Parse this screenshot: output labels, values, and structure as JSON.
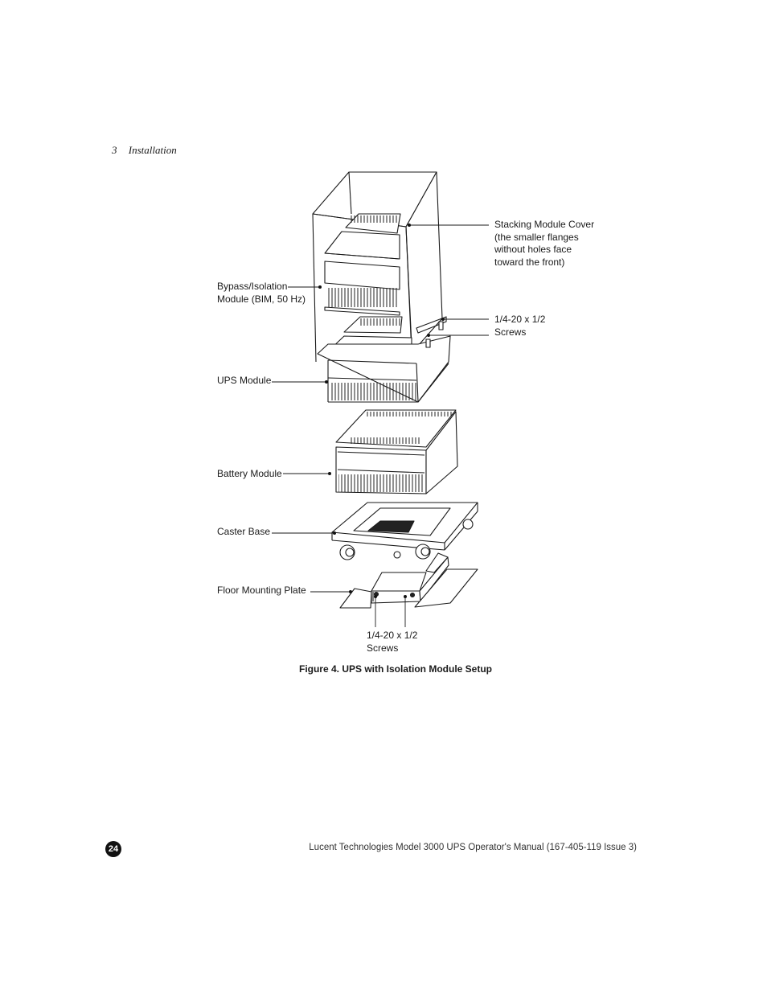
{
  "header": {
    "chapter": "3",
    "section": "Installation"
  },
  "labels": {
    "stacking_cover": [
      "Stacking Module Cover",
      "(the smaller flanges",
      "without holes face",
      "toward the front)"
    ],
    "bim": [
      "Bypass/Isolation",
      "Module (BIM, 50 Hz)"
    ],
    "screws_top": [
      "1/4-20 x 1/2",
      "Screws"
    ],
    "ups_module": [
      "UPS Module"
    ],
    "battery_module": [
      "Battery Module"
    ],
    "caster_base": [
      "Caster Base"
    ],
    "floor_plate": [
      "Floor Mounting Plate"
    ],
    "screws_bottom": [
      "1/4-20 x 1/2",
      "Screws"
    ]
  },
  "caption": "Figure 4. UPS with Isolation Module Setup",
  "footer": {
    "page_number": "24",
    "text": "Lucent Technologies Model 3000 UPS Operator's Manual (167-405-119 Issue 3)"
  }
}
